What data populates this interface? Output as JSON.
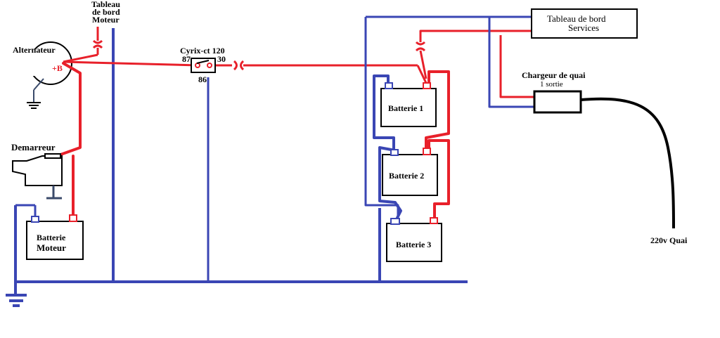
{
  "labels": {
    "tableau_moteur_line1": "Tableau",
    "tableau_moteur_line2": "de bord",
    "tableau_moteur_line3": "Moteur",
    "alternateur": "Alternateur",
    "alternateur_terminal": "+B",
    "relay_name": "Cyrix-ct 120",
    "relay_pin_87": "87",
    "relay_pin_30": "30",
    "relay_pin_86": "86",
    "demarreur": "Demarreur",
    "batterie_moteur_line1": "Batterie",
    "batterie_moteur_line2": "Moteur",
    "tableau_services_line1": "Tableau de bord",
    "tableau_services_line2": "Services",
    "chargeur_line1": "Chargeur de quai",
    "chargeur_line2": "1 sortie",
    "batterie1": "Batterie 1",
    "batterie2": "Batterie  2",
    "batterie3": "Batterie 3",
    "quai": "220v Quai"
  },
  "colors": {
    "positive_wire": "#e8202a",
    "negative_wire": "#3a46b4",
    "shore_cable": "#000000"
  }
}
